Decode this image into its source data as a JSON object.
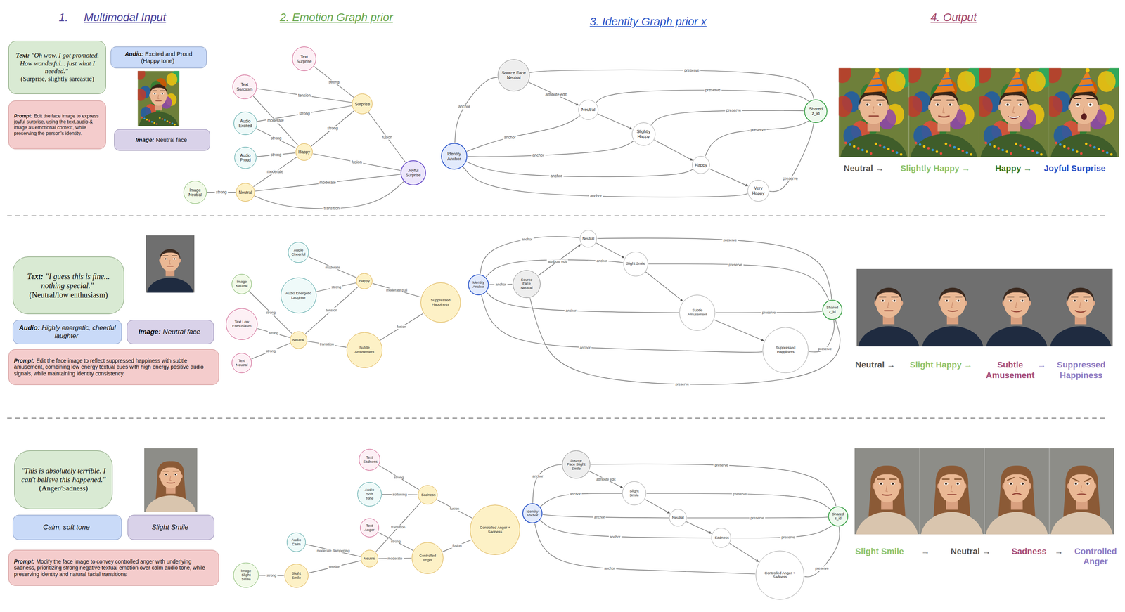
{
  "diagram": {
    "nodes": [
      {
        "text": [
          "Text:",
          "\"Oh wow, I got promoted. How wonderful... just what I needed.\"",
          "(Surprise, slightly sarcastic)"
        ]
      },
      {
        "text": [
          "Audio:",
          "Excited and Proud (Happy tone)"
        ]
      },
      {
        "text": [
          "Image:",
          "Neutral face"
        ]
      },
      {
        "text": [
          "Prompt:",
          "Edit the face image to express joyful surprise, using the text,audio & image as emotional context, while preserving the person's identity."
        ]
      },
      {
        "text": [
          "Text Surprise"
        ]
      },
      {
        "text": [
          "Text Sarcasm"
        ]
      },
      {
        "text": [
          "Audio Excited"
        ]
      },
      {
        "text": [
          "Audio Proud"
        ]
      },
      {
        "text": [
          "Image Neutral"
        ]
      },
      {
        "text": [
          "Neutral"
        ]
      },
      {
        "text": [
          "Happy"
        ]
      },
      {
        "text": [
          "Surprise"
        ]
      },
      {
        "text": [
          "Joyful Surprise"
        ]
      },
      {
        "text": [
          "Identity Anchor"
        ]
      },
      {
        "text": [
          "Source Face Neutral"
        ]
      },
      {
        "text": [
          "Neutral"
        ]
      },
      {
        "text": [
          "Slightly Happy"
        ]
      },
      {
        "text": [
          "Happy"
        ]
      },
      {
        "text": [
          "Very Happy"
        ]
      },
      {
        "text": [
          "Shared z_id"
        ]
      },
      {
        "text": [
          "Text:",
          "\"I guess this is fine... nothing special.\"",
          "(Neutral/low enthusiasm)"
        ]
      },
      {
        "text": [
          "Audio:",
          "Highly energetic, cheerful laughter"
        ]
      },
      {
        "text": [
          "Image:",
          "Neutral face"
        ]
      },
      {
        "text": [
          "Prompt:",
          "Edit the face image to reflect suppressed happiness with subtle amusement, combining low-energy textual cues with high-energy positive audio signals, while maintaining identity consistency."
        ]
      },
      {
        "text": [
          "Audio Cheerful"
        ]
      },
      {
        "text": [
          "Image Neutral"
        ]
      },
      {
        "text": [
          "Audio Energetic Laughter"
        ]
      },
      {
        "text": [
          "Text Low Enthusiasm"
        ]
      },
      {
        "text": [
          "Text Neutral"
        ]
      },
      {
        "text": [
          "Neutral"
        ]
      },
      {
        "text": [
          "Happy"
        ]
      },
      {
        "text": [
          "Subtle Amusement"
        ]
      },
      {
        "text": [
          "Suppressed Happiness"
        ]
      },
      {
        "text": [
          "Identity Anchor"
        ]
      },
      {
        "text": [
          "Source Face Neutral"
        ]
      },
      {
        "text": [
          "Neutral"
        ]
      },
      {
        "text": [
          "Slight Smile"
        ]
      },
      {
        "text": [
          "Subtle Amusement"
        ]
      },
      {
        "text": [
          "Suppressed Happiness"
        ]
      },
      {
        "text": [
          "Shared z_id"
        ]
      },
      {
        "text": [
          "\"This is absolutely terrible. I can't believe this happened.\"",
          "(Anger/Sadness)"
        ]
      },
      {
        "text": [
          "Calm, soft tone"
        ]
      },
      {
        "text": [
          "Slight Smile"
        ]
      },
      {
        "text": [
          "Prompt:",
          "Modify the face image to convey controlled anger with underlying sadness, prioritizing strong negative textual emotion over calm audio tone, while preserving identity and natural facial transitions"
        ]
      },
      {
        "text": [
          "Text Sadness"
        ]
      },
      {
        "text": [
          "Audio Soft Tone"
        ]
      },
      {
        "text": [
          "Text Anger"
        ]
      },
      {
        "text": [
          "Audio Calm"
        ]
      },
      {
        "text": [
          "Image Slight Smile"
        ]
      },
      {
        "text": [
          "Slight Smile"
        ]
      },
      {
        "text": [
          "Neutral"
        ]
      },
      {
        "text": [
          "Sadness"
        ]
      },
      {
        "text": [
          "Controlled Anger"
        ]
      },
      {
        "text": [
          "Controlled Anger + Sadness"
        ]
      },
      {
        "text": [
          "Identity Anchor"
        ]
      },
      {
        "text": [
          "Source Face Slight Smile"
        ]
      },
      {
        "text": [
          "Slight Smile"
        ]
      },
      {
        "text": [
          "Neutral"
        ]
      },
      {
        "text": [
          "Sadness"
        ]
      },
      {
        "text": [
          "Controlled Anger + Sadness"
        ]
      },
      {
        "text": [
          "Shared z_id"
        ]
      }
    ],
    "edges": [
      {
        "from": 4,
        "to": 11,
        "label": "strong",
        "arrow": "none"
      },
      {
        "from": 5,
        "to": 11,
        "label": "tension",
        "arrow": "none"
      },
      {
        "from": 5,
        "to": 10,
        "label": "moderate",
        "arrow": "none"
      },
      {
        "from": 6,
        "to": 11,
        "label": "strong",
        "arrow": "none"
      },
      {
        "from": 6,
        "to": 10,
        "label": "strong",
        "arrow": "none"
      },
      {
        "from": 7,
        "to": 10,
        "label": "strong",
        "arrow": "none"
      },
      {
        "from": 8,
        "to": 9,
        "label": "strong",
        "arrow": "none"
      },
      {
        "from": 9,
        "to": 10,
        "label": "moderate",
        "arrow": "none"
      },
      {
        "from": 10,
        "to": 11,
        "label": "strong",
        "arrow": "none"
      },
      {
        "from": 11,
        "to": 12,
        "label": "fusion",
        "arrow": "none"
      },
      {
        "from": 10,
        "to": 12,
        "label": "fusion",
        "arrow": "none"
      },
      {
        "from": 9,
        "to": 12,
        "label": "moderate",
        "arrow": "none"
      },
      {
        "from": 9,
        "to": 12,
        "label": "transition",
        "arrow": "none"
      },
      {
        "from": 13,
        "to": 14,
        "label": "anchor",
        "arrow": "none"
      },
      {
        "from": 14,
        "to": 15,
        "label": "attribute edit",
        "arrow": "to"
      },
      {
        "from": 14,
        "to": 19,
        "label": "preserve",
        "arrow": "none"
      },
      {
        "from": 13,
        "to": 15,
        "label": "anchor",
        "arrow": "none"
      },
      {
        "from": 13,
        "to": 16,
        "label": "anchor",
        "arrow": "none"
      },
      {
        "from": 13,
        "to": 17,
        "label": "anchor",
        "arrow": "none"
      },
      {
        "from": 13,
        "to": 18,
        "label": "anchor",
        "arrow": "none"
      },
      {
        "from": 15,
        "to": 16,
        "arrow": "to"
      },
      {
        "from": 16,
        "to": 17,
        "arrow": "to"
      },
      {
        "from": 17,
        "to": 18,
        "arrow": "to"
      },
      {
        "from": 15,
        "to": 19,
        "label": "preserve",
        "arrow": "none"
      },
      {
        "from": 16,
        "to": 19,
        "label": "preserve",
        "arrow": "none"
      },
      {
        "from": 17,
        "to": 19,
        "label": "preserve",
        "arrow": "none"
      },
      {
        "from": 18,
        "to": 19,
        "label": "preserve",
        "arrow": "none"
      },
      {
        "from": 24,
        "to": 30,
        "label": "moderate",
        "arrow": "none"
      },
      {
        "from": 25,
        "to": 29,
        "label": "strong",
        "arrow": "none"
      },
      {
        "from": 26,
        "to": 30,
        "label": "strong",
        "arrow": "none"
      },
      {
        "from": 27,
        "to": 29,
        "label": "strong",
        "arrow": "none"
      },
      {
        "from": 28,
        "to": 29,
        "label": "strong",
        "arrow": "none"
      },
      {
        "from": 29,
        "to": 30,
        "label": "tension",
        "arrow": "none"
      },
      {
        "from": 29,
        "to": 31,
        "label": "transition",
        "arrow": "none"
      },
      {
        "from": 30,
        "to": 32,
        "label": "moderate pull",
        "arrow": "none"
      },
      {
        "from": 31,
        "to": 32,
        "label": "fusion",
        "arrow": "none"
      },
      {
        "from": 33,
        "to": 34,
        "label": "anchor",
        "arrow": "none"
      },
      {
        "from": 34,
        "to": 35,
        "label": "attribute edit",
        "arrow": "to"
      },
      {
        "from": 33,
        "to": 35,
        "label": "anchor",
        "arrow": "none"
      },
      {
        "from": 33,
        "to": 36,
        "label": "anchor",
        "arrow": "none"
      },
      {
        "from": 33,
        "to": 37,
        "label": "anchor",
        "arrow": "none"
      },
      {
        "from": 33,
        "to": 38,
        "label": "anchor",
        "arrow": "none"
      },
      {
        "from": 35,
        "to": 36,
        "arrow": "to"
      },
      {
        "from": 36,
        "to": 37,
        "arrow": "to"
      },
      {
        "from": 37,
        "to": 38,
        "arrow": "to"
      },
      {
        "from": 35,
        "to": 39,
        "label": "preserve",
        "arrow": "none"
      },
      {
        "from": 36,
        "to": 39,
        "label": "preserve",
        "arrow": "none"
      },
      {
        "from": 37,
        "to": 39,
        "label": "preserve",
        "arrow": "none"
      },
      {
        "from": 38,
        "to": 39,
        "label": "preserve",
        "arrow": "none"
      },
      {
        "from": 34,
        "to": 39,
        "label": "preserve",
        "arrow": "none"
      },
      {
        "from": 44,
        "to": 51,
        "label": "strong",
        "arrow": "none"
      },
      {
        "from": 45,
        "to": 51,
        "label": "softening",
        "arrow": "none"
      },
      {
        "from": 46,
        "to": 52,
        "label": "strong",
        "arrow": "none"
      },
      {
        "from": 47,
        "to": 50,
        "label": "moderate dampening",
        "arrow": "none"
      },
      {
        "from": 48,
        "to": 49,
        "label": "strong",
        "arrow": "none"
      },
      {
        "from": 49,
        "to": 50,
        "label": "tension",
        "arrow": "none"
      },
      {
        "from": 50,
        "to": 51,
        "label": "transition",
        "arrow": "none"
      },
      {
        "from": 50,
        "to": 52,
        "label": "moderate",
        "arrow": "none"
      },
      {
        "from": 51,
        "to": 53,
        "label": "fusion",
        "arrow": "none"
      },
      {
        "from": 52,
        "to": 53,
        "label": "fusion",
        "arrow": "none"
      },
      {
        "from": 54,
        "to": 55,
        "label": "anchor",
        "arrow": "none"
      },
      {
        "from": 55,
        "to": 56,
        "label": "attribute edit",
        "arrow": "to"
      },
      {
        "from": 54,
        "to": 56,
        "label": "anchor",
        "arrow": "none"
      },
      {
        "from": 54,
        "to": 57,
        "label": "anchor",
        "arrow": "none"
      },
      {
        "from": 54,
        "to": 58,
        "label": "anchor",
        "arrow": "none"
      },
      {
        "from": 54,
        "to": 59,
        "label": "anchor",
        "arrow": "none"
      },
      {
        "from": 56,
        "to": 57,
        "arrow": "to"
      },
      {
        "from": 57,
        "to": 58,
        "arrow": "to"
      },
      {
        "from": 58,
        "to": 59,
        "arrow": "to"
      },
      {
        "from": 55,
        "to": 60,
        "label": "preserve",
        "arrow": "none"
      },
      {
        "from": 56,
        "to": 60,
        "label": "preserve",
        "arrow": "none"
      },
      {
        "from": 57,
        "to": 60,
        "label": "preserve",
        "arrow": "none"
      },
      {
        "from": 58,
        "to": 60,
        "label": "preserve",
        "arrow": "none"
      },
      {
        "from": 59,
        "to": 60,
        "label": "preserve",
        "arrow": "none"
      }
    ],
    "labels": [
      "1.",
      "Multimodal Input",
      "2. Emotion Graph prior",
      "3. Identity Graph prior x",
      "4. Output",
      "Neutral →",
      "Slightly Happy →",
      "Happy →",
      "Joyful Surprise",
      "Neutral →",
      "Slight Happy →",
      "Subtle Amusement",
      "→",
      "Suppressed Happiness",
      "Slight Smile",
      "→",
      "Neutral →",
      "Sadness",
      "→",
      "Controlled Anger"
    ]
  }
}
